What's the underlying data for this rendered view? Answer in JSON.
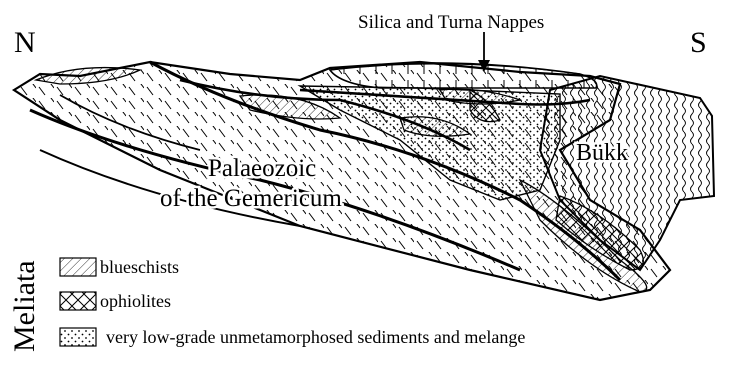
{
  "labels": {
    "north": "N",
    "south": "S",
    "top_label": "Silica and Turna Nappes",
    "palaeozoic_line1": "Palaeozoic",
    "palaeozoic_line2": "of the Gemericum",
    "bukk": "Bükk",
    "meliata": "Meliata"
  },
  "legend": {
    "items": [
      {
        "label": "blueschists",
        "pattern": "blueschist-hatch"
      },
      {
        "label": "ophiolites",
        "pattern": "ophiolite-crosshatch"
      },
      {
        "label": "very low-grade unmetamorphosed sediments and melange",
        "pattern": "sediment-dots"
      }
    ]
  },
  "colors": {
    "line": "#000000",
    "background": "#ffffff"
  }
}
